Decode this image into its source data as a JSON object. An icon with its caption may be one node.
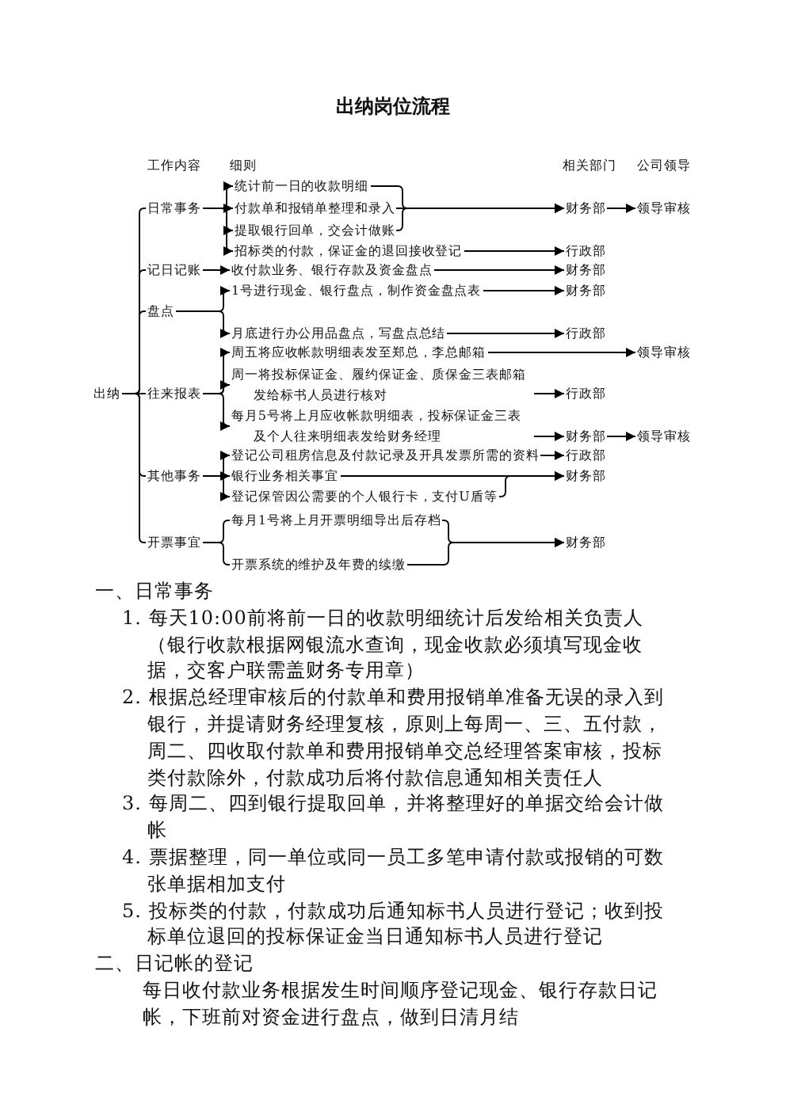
{
  "diagram": {
    "title": "出纳岗位流程",
    "nodes": [
      {
        "text": [
          "出纳"
        ]
      },
      {
        "text": [
          "日常事务"
        ]
      },
      {
        "text": [
          "统计前一日的收款明细"
        ]
      },
      {
        "text": [
          "付款单和报销单整理和录入"
        ]
      },
      {
        "text": [
          "提取银行回单，交会计做账"
        ]
      },
      {
        "text": [
          "招标类的付款，保证金的退回接收登记"
        ]
      },
      {
        "text": [
          "财务部"
        ]
      },
      {
        "text": [
          "领导审核"
        ]
      },
      {
        "text": [
          "行政部"
        ]
      },
      {
        "text": [
          "记日记账"
        ]
      },
      {
        "text": [
          "收付款业务、银行存款及资金盘点"
        ]
      },
      {
        "text": [
          "财务部"
        ]
      },
      {
        "text": [
          "盘点"
        ]
      },
      {
        "text": [
          "1号进行现金、银行盘点，制作资金盘点表"
        ]
      },
      {
        "text": [
          "财务部"
        ]
      },
      {
        "text": [
          "月底进行办公用品盘点，写盘点总结"
        ]
      },
      {
        "text": [
          "行政部"
        ]
      },
      {
        "text": [
          "往来报表"
        ]
      },
      {
        "text": [
          "周五将应收帐款明细表发至郑总，李总邮箱"
        ]
      },
      {
        "text": [
          "领导审核"
        ]
      },
      {
        "text": [
          "周一将投标保证金、履约保证金、质保金三表邮箱发给标书人员进行核对"
        ]
      },
      {
        "text": [
          "行政部"
        ]
      },
      {
        "text": [
          "每月5号将上月应收帐款明细表，投标保证金三表及个人往来明细表发给财务经理"
        ]
      },
      {
        "text": [
          "财务部"
        ]
      },
      {
        "text": [
          "领导审核"
        ]
      },
      {
        "text": [
          "其他事务"
        ]
      },
      {
        "text": [
          "登记公司租房信息及付款记录及开具发票所需的资料"
        ]
      },
      {
        "text": [
          "行政部"
        ]
      },
      {
        "text": [
          "银行业务相关事宜"
        ]
      },
      {
        "text": [
          "登记保管因公需要的个人银行卡，支付U盾等"
        ]
      },
      {
        "text": [
          "财务部"
        ]
      },
      {
        "text": [
          "开票事宜"
        ]
      },
      {
        "text": [
          "每月1号将上月开票明细导出后存档"
        ]
      },
      {
        "text": [
          "开票系统的维护及年费的续缴"
        ]
      },
      {
        "text": [
          "财务部"
        ]
      }
    ],
    "edges": [
      {
        "from": 0,
        "to": 1,
        "arrow": "none"
      },
      {
        "from": 0,
        "to": 9,
        "arrow": "none"
      },
      {
        "from": 0,
        "to": 12,
        "arrow": "none"
      },
      {
        "from": 0,
        "to": 17,
        "arrow": "none"
      },
      {
        "from": 0,
        "to": 25,
        "arrow": "none"
      },
      {
        "from": 0,
        "to": 31,
        "arrow": "none"
      },
      {
        "from": 1,
        "to": 2,
        "arrow": "to"
      },
      {
        "from": 1,
        "to": 3,
        "arrow": "to"
      },
      {
        "from": 1,
        "to": 4,
        "arrow": "to"
      },
      {
        "from": 1,
        "to": 5,
        "arrow": "to"
      },
      {
        "from": 2,
        "to": 6,
        "arrow": "to"
      },
      {
        "from": 3,
        "to": 6,
        "arrow": "to"
      },
      {
        "from": 4,
        "to": 6,
        "arrow": "to"
      },
      {
        "from": 6,
        "to": 7,
        "arrow": "to"
      },
      {
        "from": 5,
        "to": 8,
        "arrow": "to"
      },
      {
        "from": 9,
        "to": 10,
        "arrow": "to"
      },
      {
        "from": 10,
        "to": 11,
        "arrow": "to"
      },
      {
        "from": 12,
        "to": 13,
        "arrow": "to"
      },
      {
        "from": 12,
        "to": 15,
        "arrow": "to"
      },
      {
        "from": 13,
        "to": 14,
        "arrow": "to"
      },
      {
        "from": 15,
        "to": 16,
        "arrow": "to"
      },
      {
        "from": 17,
        "to": 18,
        "arrow": "to"
      },
      {
        "from": 17,
        "to": 20,
        "arrow": "to"
      },
      {
        "from": 17,
        "to": 22,
        "arrow": "to"
      },
      {
        "from": 18,
        "to": 19,
        "arrow": "to"
      },
      {
        "from": 20,
        "to": 21,
        "arrow": "to"
      },
      {
        "from": 22,
        "to": 23,
        "arrow": "to"
      },
      {
        "from": 23,
        "to": 24,
        "arrow": "to"
      },
      {
        "from": 25,
        "to": 26,
        "arrow": "to"
      },
      {
        "from": 25,
        "to": 28,
        "arrow": "to"
      },
      {
        "from": 25,
        "to": 29,
        "arrow": "to"
      },
      {
        "from": 26,
        "to": 27,
        "arrow": "to"
      },
      {
        "from": 28,
        "to": 30,
        "arrow": "to"
      },
      {
        "from": 29,
        "to": 30,
        "arrow": "to"
      },
      {
        "from": 31,
        "to": 32,
        "arrow": "none"
      },
      {
        "from": 31,
        "to": 33,
        "arrow": "none"
      },
      {
        "from": 32,
        "to": 34,
        "arrow": "to"
      },
      {
        "from": 33,
        "to": 34,
        "arrow": "to"
      }
    ],
    "labels": [
      "工作内容",
      "细则",
      "相关部门",
      "公司领导",
      "一、日常事务",
      "1. 每天10:00前将前一日的收款明细统计后发给相关负责人（银行收款根据网银流水查询，现金收款必须填写现金收据，交客户联需盖财务专用章）",
      "2. 根据总经理审核后的付款单和费用报销单准备无误的录入到银行，并提请财务经理复核，原则上每周一、三、五付款，周二、四收取付款单和费用报销单交总经理答案审核，投标类付款除外，付款成功后将付款信息通知相关责任人",
      "3. 每周二、四到银行提取回单，并将整理好的单据交给会计做帐",
      "4. 票据整理，同一单位或同一员工多笔申请付款或报销的可数张单据相加支付",
      "5. 投标类的付款，付款成功后通知标书人员进行登记；收到投标单位退回的投标保证金当日通知标书人员进行登记",
      "二、日记帐的登记",
      "每日收付款业务根据发生时间顺序登记现金、银行存款日记帐，下班前对资金进行盘点，做到日清月结"
    ]
  }
}
